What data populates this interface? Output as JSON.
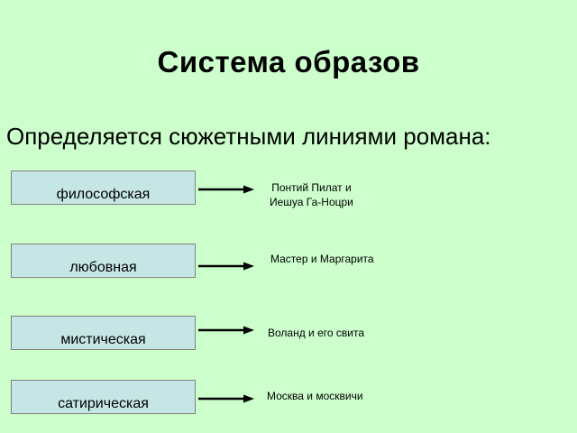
{
  "title": "Система образов",
  "subtitle": "Определяется сюжетными линиями романа:",
  "rows": [
    {
      "line": "философская",
      "target": [
        "Понтий Пилат и",
        "Иешуа Га-Ноцри"
      ]
    },
    {
      "line": "любовная",
      "target": [
        "Мастер и Маргарита"
      ]
    },
    {
      "line": "мистическая",
      "target": [
        "Воланд и его свита"
      ]
    },
    {
      "line": "сатирическая",
      "target": [
        "Москва и москвичи"
      ]
    }
  ],
  "colors": {
    "background": "#ccffcc",
    "box_fill": "#c6e6e6",
    "box_border": "#808080",
    "arrow": "#000000"
  },
  "icons": {
    "connector": "arrow-right-icon"
  }
}
